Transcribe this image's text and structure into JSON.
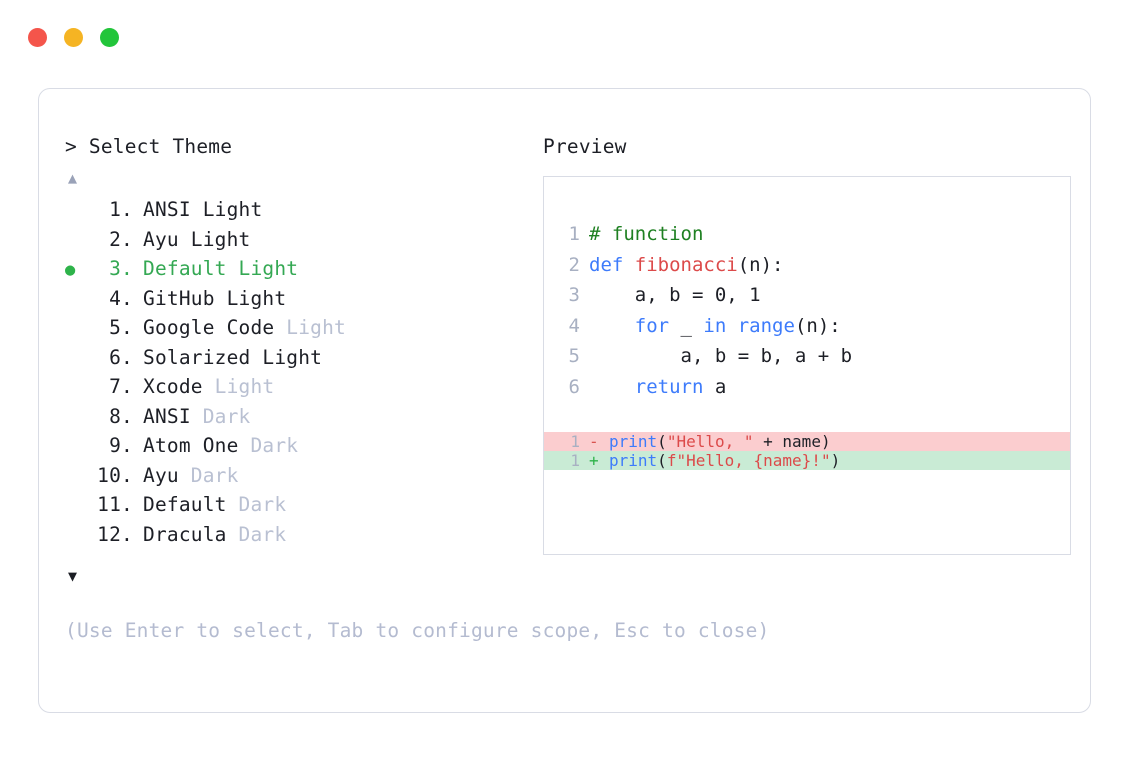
{
  "window": {
    "traffic_lights": [
      {
        "name": "close",
        "color": "#f4554b"
      },
      {
        "name": "minimize",
        "color": "#f5b423"
      },
      {
        "name": "maximize",
        "color": "#22c53a"
      }
    ]
  },
  "selector": {
    "prompt_symbol": ">",
    "title": "Select Theme",
    "scroll_up_glyph": "▲",
    "scroll_down_glyph": "▼",
    "selected_index": 3,
    "bullet_glyph": "●",
    "selected_color": "#34a853",
    "muted_color": "#b9c0d2",
    "items": [
      {
        "number": "1.",
        "name": "ANSI",
        "variant": "Light",
        "variant_muted": false,
        "selected": false
      },
      {
        "number": "2.",
        "name": "Ayu",
        "variant": "Light",
        "variant_muted": false,
        "selected": false
      },
      {
        "number": "3.",
        "name": "Default",
        "variant": "Light",
        "variant_muted": false,
        "selected": true
      },
      {
        "number": "4.",
        "name": "GitHub",
        "variant": "Light",
        "variant_muted": false,
        "selected": false
      },
      {
        "number": "5.",
        "name": "Google Code",
        "variant": "Light",
        "variant_muted": true,
        "selected": false
      },
      {
        "number": "6.",
        "name": "Solarized",
        "variant": "Light",
        "variant_muted": false,
        "selected": false
      },
      {
        "number": "7.",
        "name": "Xcode",
        "variant": "Light",
        "variant_muted": true,
        "selected": false
      },
      {
        "number": "8.",
        "name": "ANSI",
        "variant": "Dark",
        "variant_muted": true,
        "selected": false
      },
      {
        "number": "9.",
        "name": "Atom One",
        "variant": "Dark",
        "variant_muted": true,
        "selected": false
      },
      {
        "number": "10.",
        "name": "Ayu",
        "variant": "Dark",
        "variant_muted": true,
        "selected": false
      },
      {
        "number": "11.",
        "name": "Default",
        "variant": "Dark",
        "variant_muted": true,
        "selected": false
      },
      {
        "number": "12.",
        "name": "Dracula",
        "variant": "Dark",
        "variant_muted": true,
        "selected": false
      }
    ],
    "hint": "(Use Enter to select, Tab to configure scope, Esc to close)"
  },
  "preview": {
    "label": "Preview",
    "code_lines": [
      {
        "ln": "1",
        "tokens": [
          {
            "t": "# function",
            "c": "comment"
          }
        ]
      },
      {
        "ln": "2",
        "tokens": [
          {
            "t": "def ",
            "c": "keyword"
          },
          {
            "t": "fibonacci",
            "c": "func"
          },
          {
            "t": "(n):",
            "c": "plain"
          }
        ]
      },
      {
        "ln": "3",
        "tokens": [
          {
            "t": "    a, b = 0, 1",
            "c": "plain"
          }
        ]
      },
      {
        "ln": "4",
        "tokens": [
          {
            "t": "    ",
            "c": "plain"
          },
          {
            "t": "for",
            "c": "keyword"
          },
          {
            "t": " _ ",
            "c": "plain"
          },
          {
            "t": "in range",
            "c": "keyword"
          },
          {
            "t": "(n):",
            "c": "plain"
          }
        ]
      },
      {
        "ln": "5",
        "tokens": [
          {
            "t": "        a, b = b, a + b",
            "c": "plain"
          }
        ]
      },
      {
        "ln": "6",
        "tokens": [
          {
            "t": "    ",
            "c": "plain"
          },
          {
            "t": "return",
            "c": "keyword"
          },
          {
            "t": " a",
            "c": "plain"
          }
        ]
      }
    ],
    "diff_lines": [
      {
        "ln": "1",
        "sign": "-",
        "kind": "del",
        "tokens": [
          {
            "t": "print",
            "c": "keyword"
          },
          {
            "t": "(",
            "c": "plain"
          },
          {
            "t": "\"Hello, \"",
            "c": "string"
          },
          {
            "t": " + name)",
            "c": "plain"
          }
        ]
      },
      {
        "ln": "1",
        "sign": "+",
        "kind": "add",
        "tokens": [
          {
            "t": "print",
            "c": "keyword"
          },
          {
            "t": "(",
            "c": "plain"
          },
          {
            "t": "f\"Hello, {name}!\"",
            "c": "string"
          },
          {
            "t": ")",
            "c": "plain"
          }
        ]
      }
    ],
    "diff_del_bg": "#fbcdcf",
    "diff_add_bg": "#c9ebd5"
  }
}
